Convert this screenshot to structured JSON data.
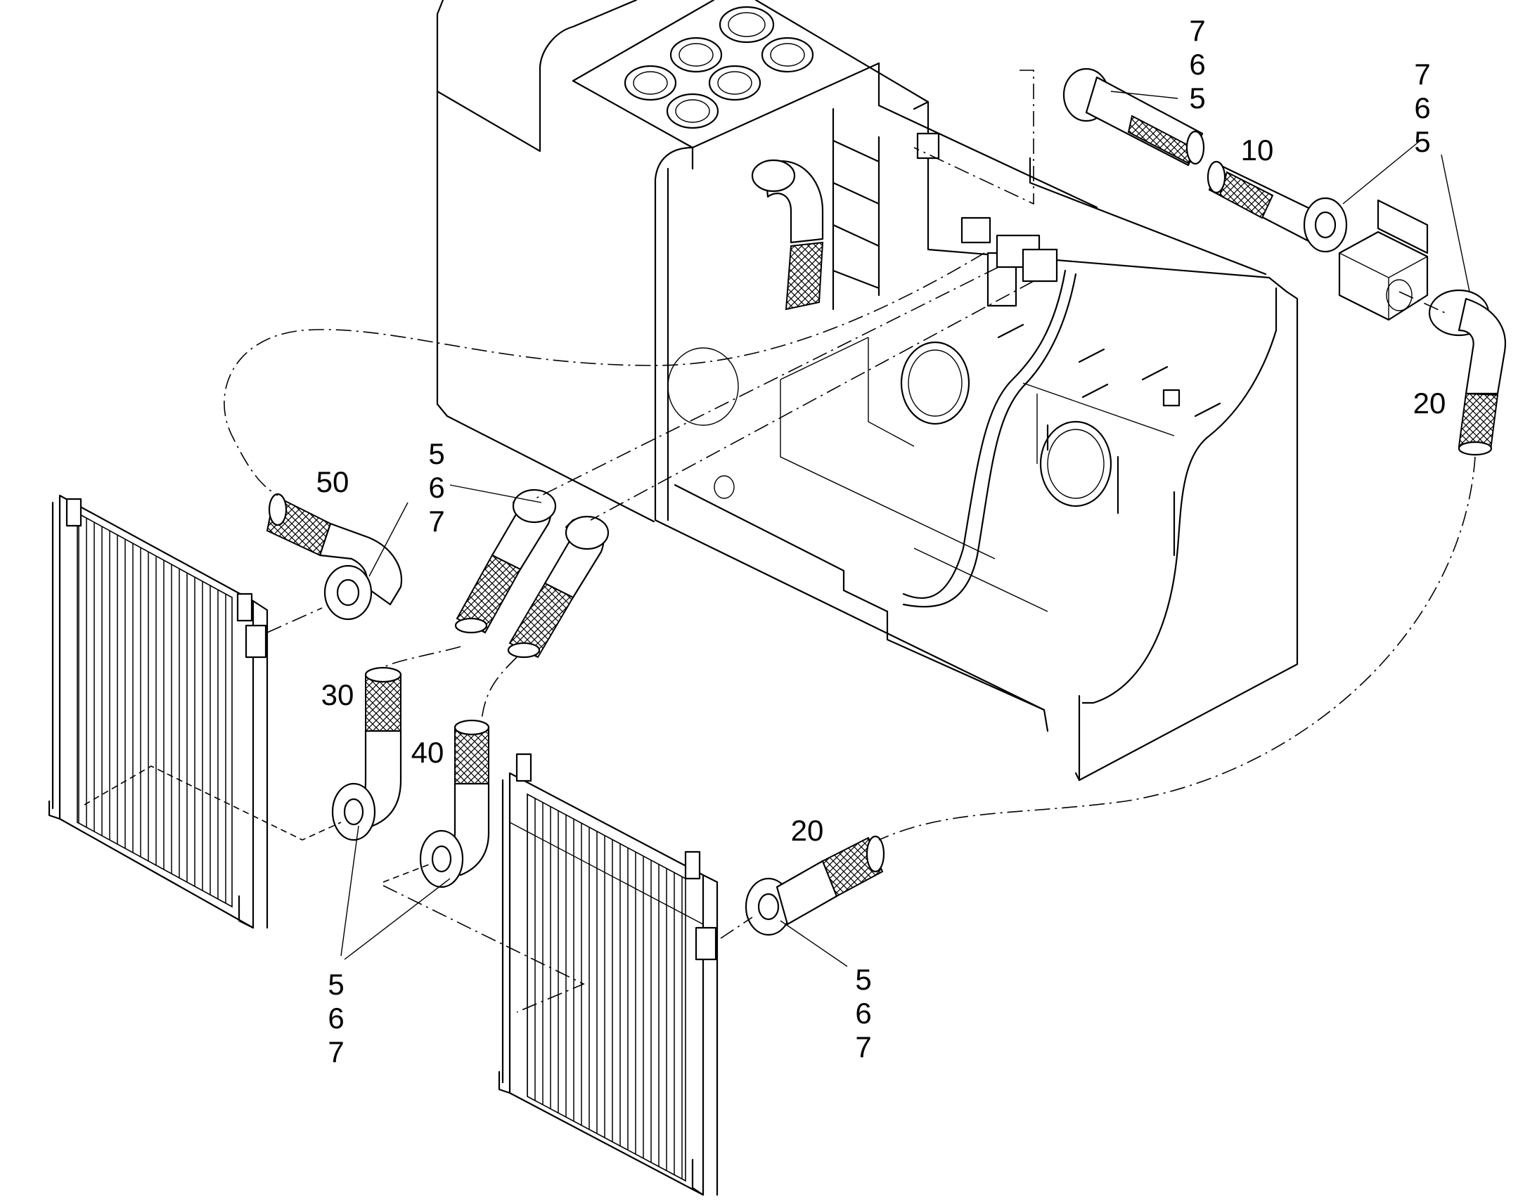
{
  "callouts": {
    "top_mid": [
      "7",
      "6",
      "5"
    ],
    "top_right": [
      "7",
      "6",
      "5"
    ],
    "item_10": "10",
    "item_20_right": "20",
    "item_50": "50",
    "mid_left_stack": [
      "5",
      "6",
      "7"
    ],
    "item_30": "30",
    "item_40": "40",
    "item_20_bottom": "20",
    "bottom_left_stack": [
      "5",
      "6",
      "7"
    ],
    "bottom_right_stack": [
      "5",
      "6",
      "7"
    ]
  }
}
